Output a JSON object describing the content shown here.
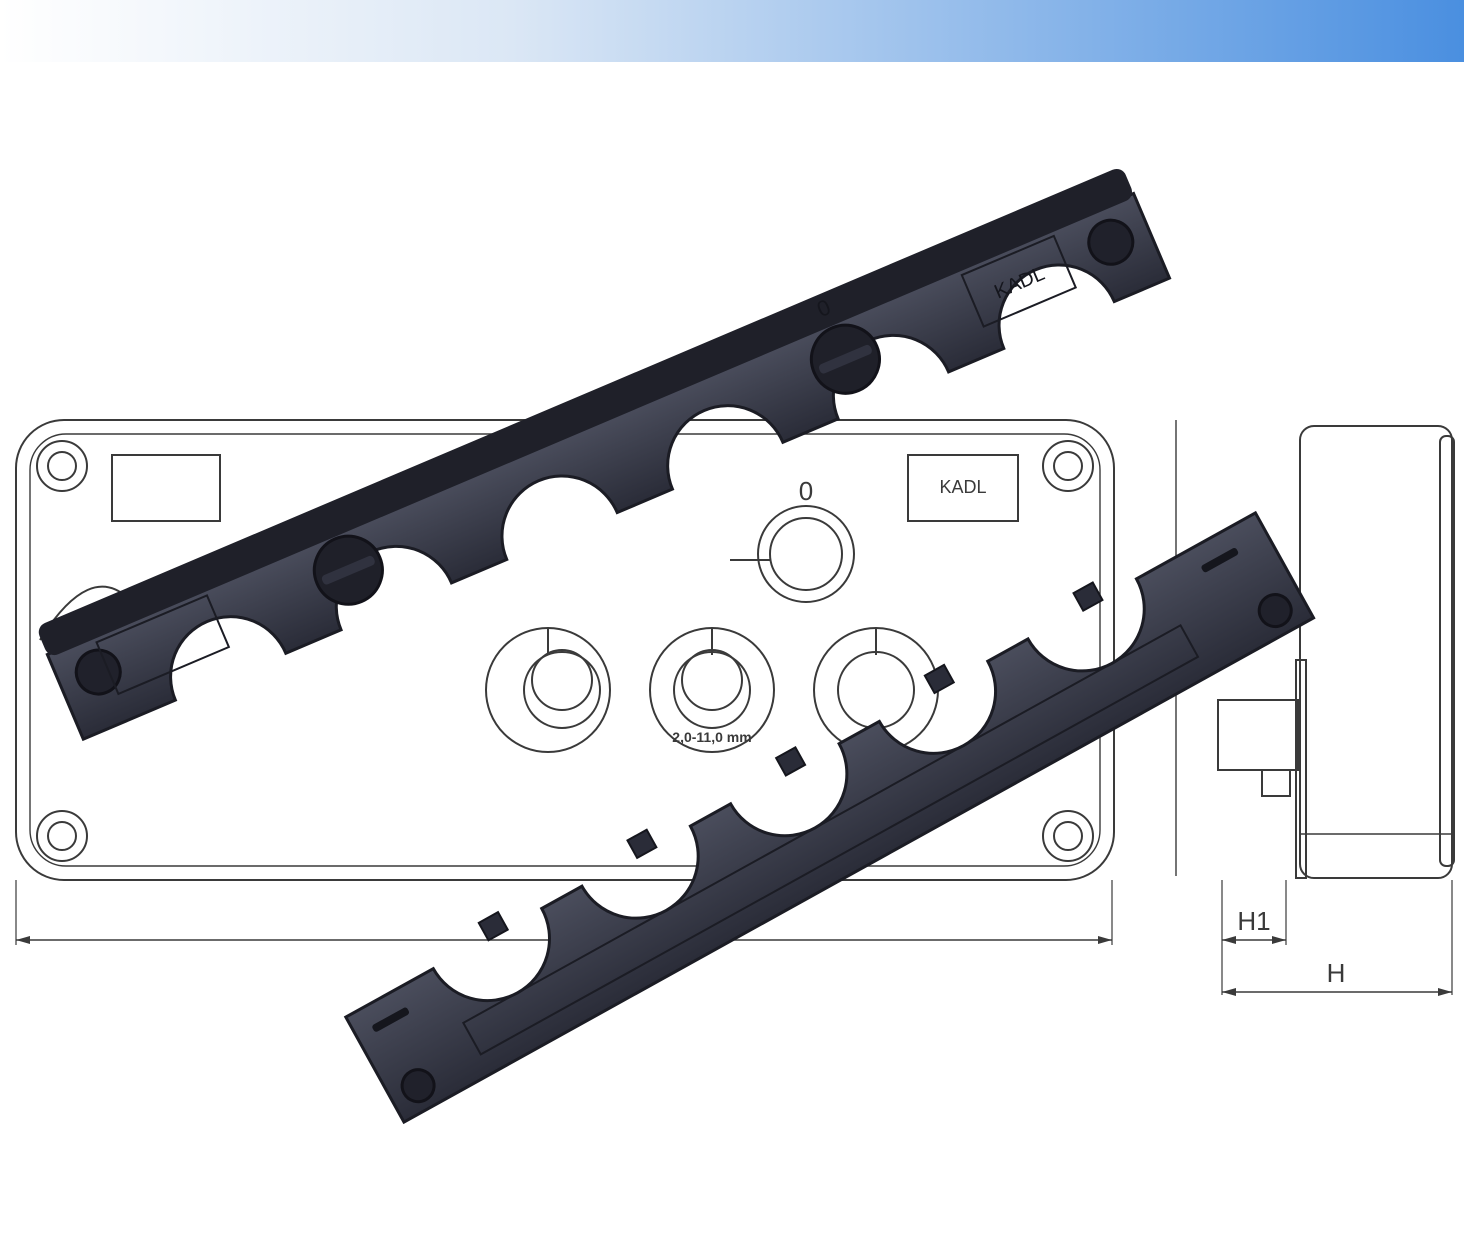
{
  "banner": {
    "gradient_start": "#ffffff",
    "gradient_end": "#4a8fe0"
  },
  "drawing": {
    "brand_label": "KADL",
    "switch_position_label": "0",
    "grommet_label": "2,0-11,0 mm",
    "dimension_h1": "H1",
    "dimension_h": "H"
  },
  "upper_frame": {
    "brand_label": "KADL",
    "switch_position_label": "0"
  },
  "colors": {
    "plastic": "#2a2c38",
    "plastic_highlight": "#4a4d5c",
    "line_drawing": "#3a3a3a"
  }
}
